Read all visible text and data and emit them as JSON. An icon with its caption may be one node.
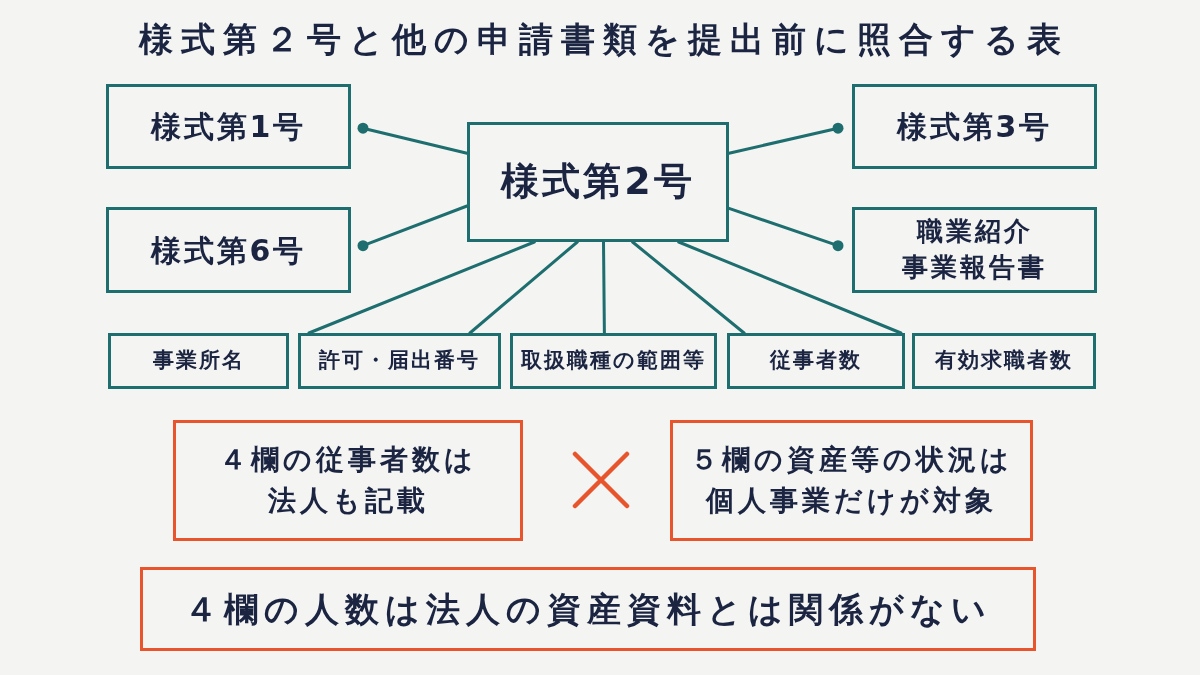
{
  "diagram": {
    "title": "様式第２号と他の申請書類を提出前に照合する表",
    "nodes": [
      {
        "text": [
          "様式第1号"
        ]
      },
      {
        "text": [
          "様式第2号"
        ]
      },
      {
        "text": [
          "様式第3号"
        ]
      },
      {
        "text": [
          "様式第6号"
        ]
      },
      {
        "text": [
          "職業紹介事業報告書"
        ]
      },
      {
        "text": [
          "事業所名"
        ]
      },
      {
        "text": [
          "許可・届出番号"
        ]
      },
      {
        "text": [
          "取扱職種の範囲等"
        ]
      },
      {
        "text": [
          "従事者数"
        ]
      },
      {
        "text": [
          "有効求職者数"
        ]
      },
      {
        "text": [
          "４欄の従事者数は法人も記載"
        ]
      },
      {
        "text": [
          "５欄の資産等の状況は個人事業だけが対象"
        ]
      },
      {
        "text": [
          "４欄の人数は法人の資産資料とは関係がない"
        ]
      }
    ],
    "edges": [
      {
        "from": 1,
        "to": 0,
        "arrow": "other"
      },
      {
        "from": 1,
        "to": 2,
        "arrow": "other"
      },
      {
        "from": 1,
        "to": 3,
        "arrow": "other"
      },
      {
        "from": 1,
        "to": 4,
        "arrow": "other"
      },
      {
        "from": 1,
        "to": 6,
        "arrow": "none"
      },
      {
        "from": 1,
        "to": 6,
        "arrow": "none"
      },
      {
        "from": 1,
        "to": 7,
        "arrow": "none"
      },
      {
        "from": 1,
        "to": 8,
        "arrow": "none"
      },
      {
        "from": 1,
        "to": 8,
        "arrow": "none"
      }
    ]
  }
}
